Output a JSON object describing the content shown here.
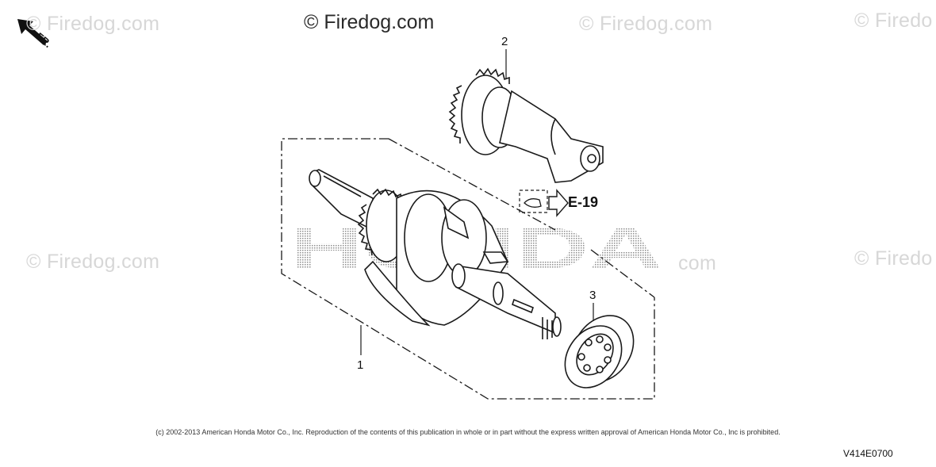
{
  "watermarks": {
    "main": "© Firedog.com",
    "faded": "© Firedog.com",
    "faded_partial": "© Firedo",
    "faded_tail": "com"
  },
  "background_brand": "HONDA",
  "callouts": {
    "part_1": "1",
    "part_2": "2",
    "part_3": "3"
  },
  "reference": {
    "label": "E-19"
  },
  "direction": {
    "label": "FR."
  },
  "footer": {
    "copyright": "(c) 2002-2013 American Honda Motor Co., Inc. Reproduction of the contents of this publication in whole or in part without the express written approval of American Honda Motor Co., Inc is prohibited.",
    "diagram_code": "V414E0700"
  },
  "colors": {
    "line": "#1a1a1a",
    "watermark": "#d7d7d7",
    "brand_dots": "#9a9a9a"
  },
  "icons": {
    "direction": "arrow-up-left-icon",
    "reference": "arrow-right-icon"
  }
}
